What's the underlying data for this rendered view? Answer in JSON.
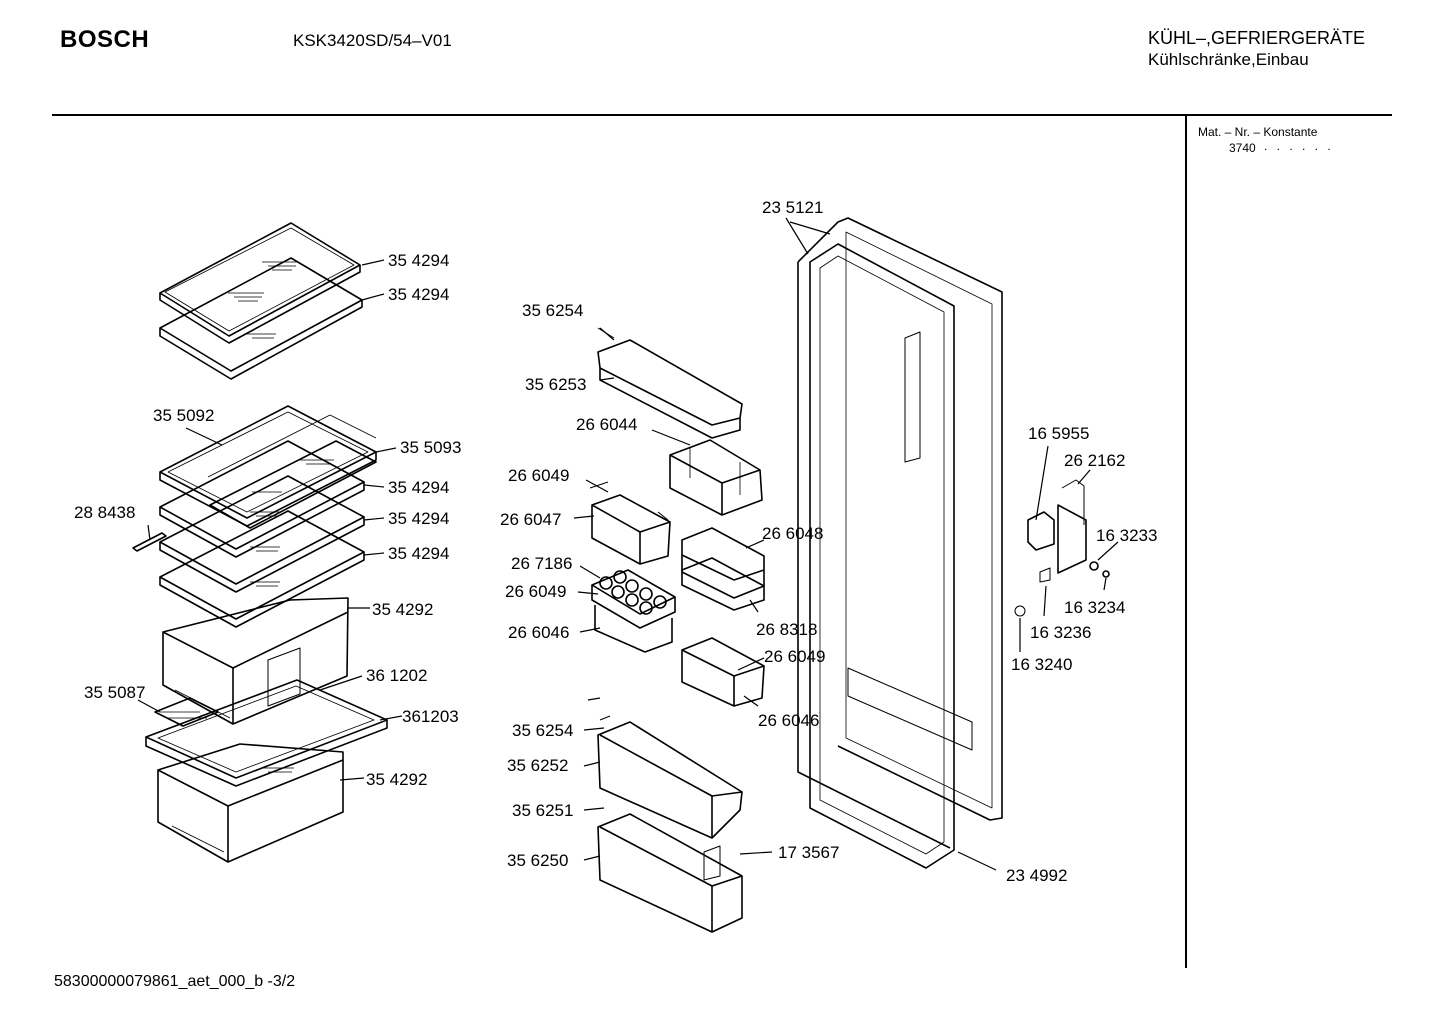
{
  "header": {
    "brand": "BOSCH",
    "model": "KSK3420SD/54–V01",
    "category_line1": "KÜHL–,GEFRIERGERÄTE",
    "category_line2": "Kühlschränke,Einbau"
  },
  "side_panel": {
    "mat_label": "Mat. – Nr. – Konstante",
    "mat_value": "3740",
    "mat_dots": ". . . . . ."
  },
  "parts": {
    "p01": "35 4294",
    "p02": "35 4294",
    "p03": "35 5092",
    "p04": "35 5093",
    "p05": "35 4294",
    "p06": "28 8438",
    "p07": "35 4294",
    "p08": "35 4294",
    "p09": "35 4292",
    "p10": "35 5087",
    "p11": "36 1202",
    "p12": "361203",
    "p13": "35 4292",
    "p14": "23 5121",
    "p15": "35 6254",
    "p16": "35 6253",
    "p17": "26 6044",
    "p18": "26 6049",
    "p19": "26 6047",
    "p20": "26 6048",
    "p21": "26 7186",
    "p22": "26 6049",
    "p23": "26 6046",
    "p24": "26 8318",
    "p25": "26 6049",
    "p26": "26 6046",
    "p27": "35 6254",
    "p28": "35 6252",
    "p29": "35 6251",
    "p30": "17 3567",
    "p31": "35 6250",
    "p32": "23 4992",
    "p33": "16 5955",
    "p34": "26 2162",
    "p35": "16 3233",
    "p36": "16 3234",
    "p37": "16 3236",
    "p38": "16 3240"
  },
  "footer": {
    "doc_id": "58300000079861_aet_000_b -3/2"
  }
}
